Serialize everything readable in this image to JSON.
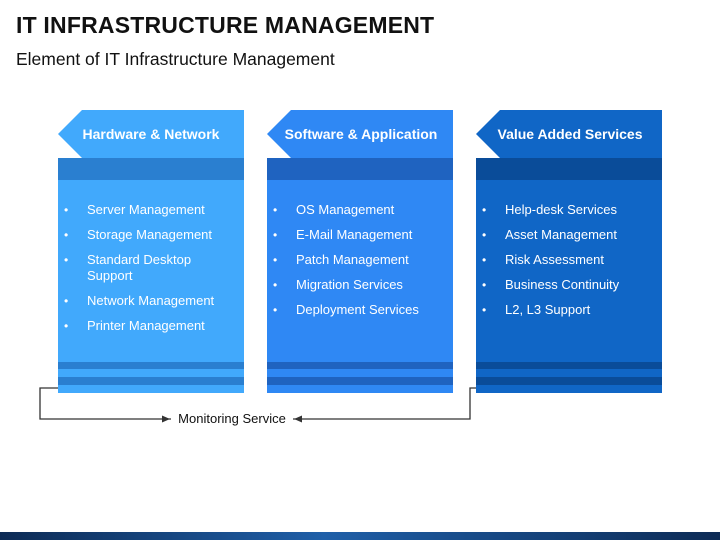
{
  "header": {
    "title": "IT INFRASTRUCTURE MANAGEMENT",
    "subtitle": "Element of IT Infrastructure Management"
  },
  "colors": {
    "col1_main": "#41a9fc",
    "col1_dark": "#2a7fd0",
    "col2_main": "#2f88f4",
    "col2_dark": "#1f63c0",
    "col3_main": "#1066c6",
    "col3_dark": "#0a4c99",
    "bottom_bar": "#123a70"
  },
  "columns": [
    {
      "title": "Hardware & Network",
      "items": [
        "Server Management",
        "Storage Management",
        "Standard Desktop Support",
        "Network Management",
        "Printer Management"
      ]
    },
    {
      "title": "Software & Application",
      "items": [
        "OS Management",
        "E-Mail Management",
        "Patch Management",
        "Migration Services",
        "Deployment Services"
      ]
    },
    {
      "title": "Value Added Services",
      "items": [
        "Help-desk Services",
        "Asset Management",
        "Risk Assessment",
        "Business Continuity",
        "L2, L3 Support"
      ]
    }
  ],
  "footer": {
    "monitoring_label": "Monitoring Service"
  }
}
